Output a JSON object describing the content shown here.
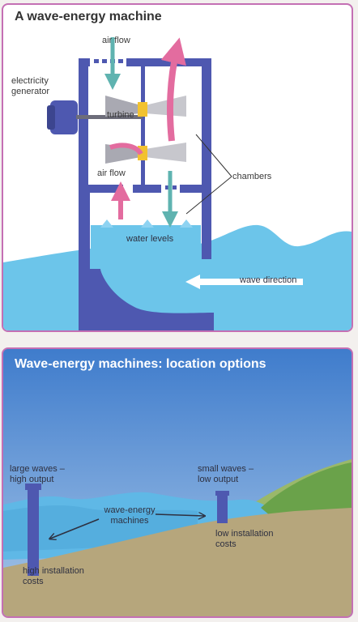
{
  "panel_top": {
    "title": "A wave-energy machine",
    "labels": {
      "air_flow_top": "air flow",
      "electricity_generator": "electricity generator",
      "turbine": "turbine",
      "air_flow_bottom": "air flow",
      "chambers": "chambers",
      "water_levels": "water levels",
      "wave_direction": "wave direction"
    }
  },
  "panel_bottom": {
    "title": "Wave-energy machines: location options",
    "labels": {
      "large_waves": "large waves – high output",
      "small_waves": "small waves – low output",
      "machines": "wave-energy machines",
      "high_costs": "high installation costs",
      "low_costs": "low installation costs"
    }
  },
  "colors": {
    "structure": "#4e58b0",
    "water": "#6cc5ea",
    "air_flow_arrow": "#e36c9f",
    "intake_arrow": "#5fb3b0",
    "turbine": "#f2c230",
    "panel_border": "#c46fb4",
    "sky": "#5a8fd0",
    "seabed": "#b6a67c",
    "grass": "#6aa24a"
  }
}
